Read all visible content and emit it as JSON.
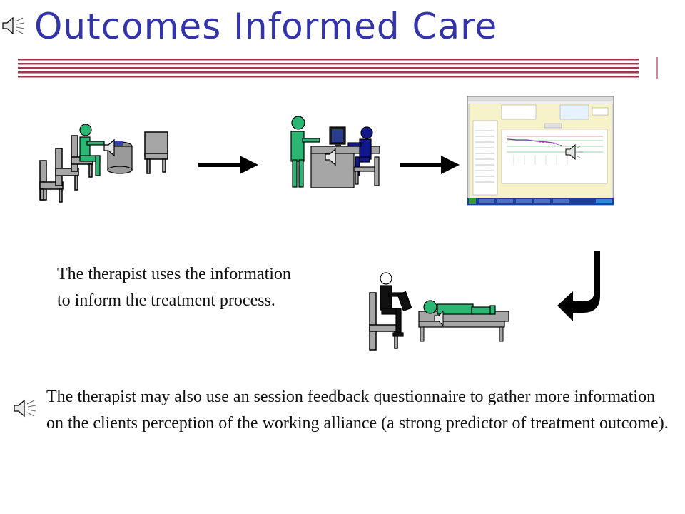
{
  "slide": {
    "title": "Outcomes Informed Care",
    "paragraph_1": "The therapist uses the information to inform the treatment process.",
    "paragraph_2": "The therapist may also use an session feedback questionnaire to gather more information on the clients perception of the working alliance (a strong predictor of treatment outcome)."
  },
  "colors": {
    "title": "#3333aa",
    "rule": "#9a3a4e",
    "figure_green": "#2bb673",
    "figure_blue": "#10178a",
    "furniture_gray": "#a6a6a6",
    "outline": "#000000",
    "spreadsheet_bg": "#f6f2c9",
    "taskbar": "#1d3f9e"
  },
  "icons": [
    "speaker-icon",
    "right-arrow-icon",
    "curved-down-arrow-icon",
    "chair-icon",
    "person-icon"
  ]
}
